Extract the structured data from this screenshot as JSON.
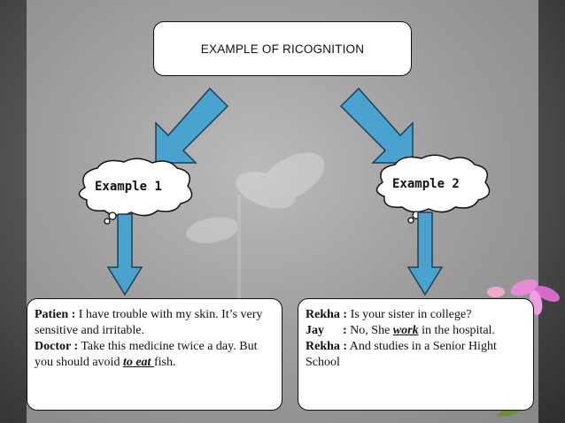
{
  "title": "EXAMPLE OF RICOGNITION",
  "clouds": [
    {
      "label": "Example 1"
    },
    {
      "label": "Example 2"
    }
  ],
  "example1": {
    "line1_speaker": "Patien :",
    "line1_text": " I have trouble with my skin. It’s very sensitive and irritable.",
    "line2_speaker": "Doctor :",
    "line2_text": " Take this medicine twice a day. But you should avoid ",
    "line2_emphasis": "to eat ",
    "line2_end": "fish."
  },
  "example2": {
    "line1_speaker": "Rekha :",
    "line1_text": " Is your sister in college?",
    "line2_speaker": "Jay",
    "line2_colon": "      : ",
    "line2_text": "No, She ",
    "line2_emphasis": "work",
    "line2_end": " in the hospital.",
    "line3_speaker": "Rekha :",
    "line3_text": " And studies in a Senior Hight School"
  },
  "colors": {
    "arrow": "#4aa3cf",
    "arrow_stroke": "#1e3f55",
    "box_fill": "#ffffff",
    "background": "#5a5a5a"
  }
}
